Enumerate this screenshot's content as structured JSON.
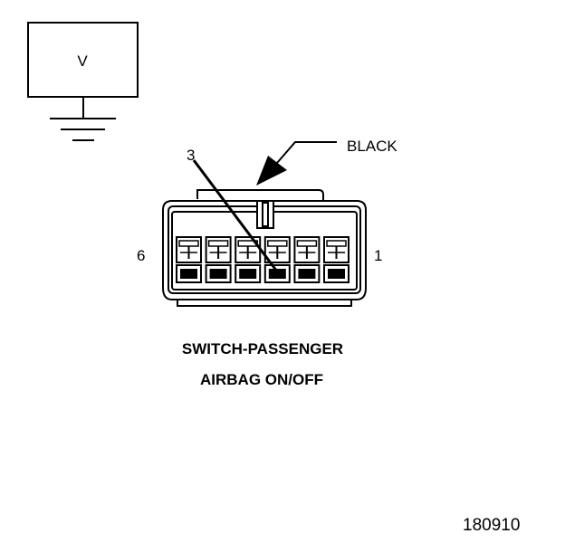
{
  "meter": {
    "label": "V"
  },
  "connector": {
    "color_label": "BLACK",
    "probe_pin_label": "3",
    "left_pin_label": "6",
    "right_pin_label": "1",
    "pin_count": 6,
    "probed_pin": 3
  },
  "caption": {
    "line1": "SWITCH-PASSENGER",
    "line2": "AIRBAG ON/OFF"
  },
  "figure_number": "180910"
}
